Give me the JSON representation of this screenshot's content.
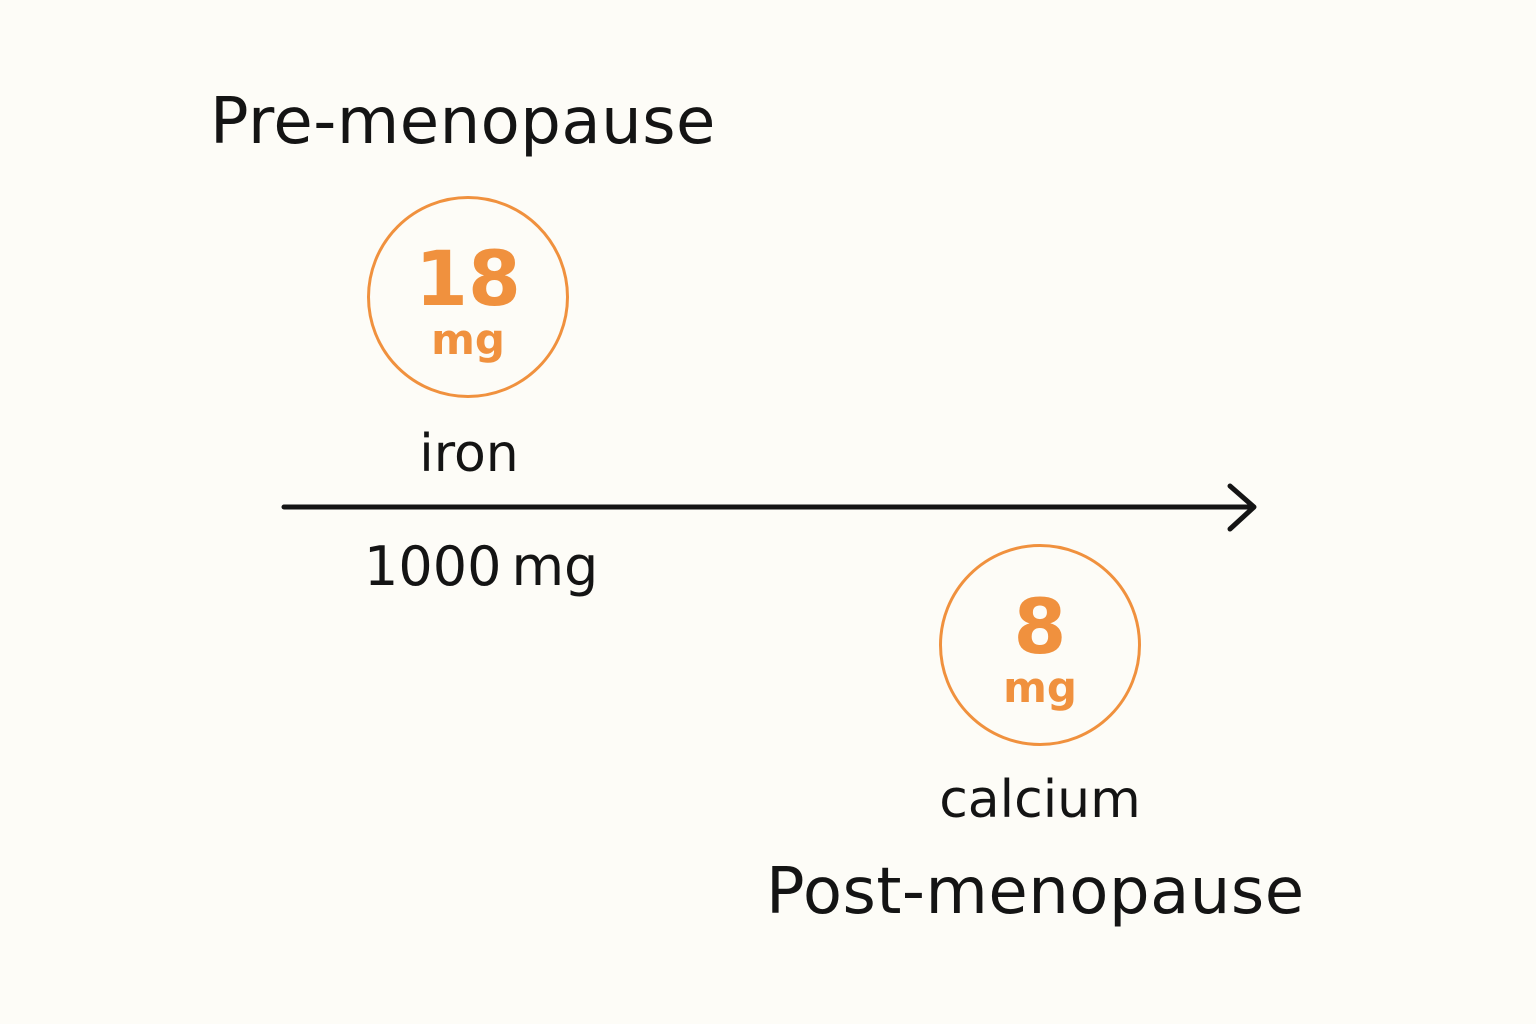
{
  "stages": {
    "pre": {
      "title": "Pre-menopause"
    },
    "post": {
      "title": "Post-menopause"
    }
  },
  "doses": {
    "iron": {
      "value": "18",
      "unit": "mg",
      "label": "iron"
    },
    "calcium": {
      "value": "8",
      "unit": "mg",
      "label": "calcium"
    }
  },
  "amount": {
    "value": "1000",
    "unit": "mg"
  },
  "colors": {
    "accent": "#f0913e",
    "text": "#141414",
    "background": "#fdfcf7"
  },
  "icons": {
    "timeline": "arrow-right-icon"
  }
}
